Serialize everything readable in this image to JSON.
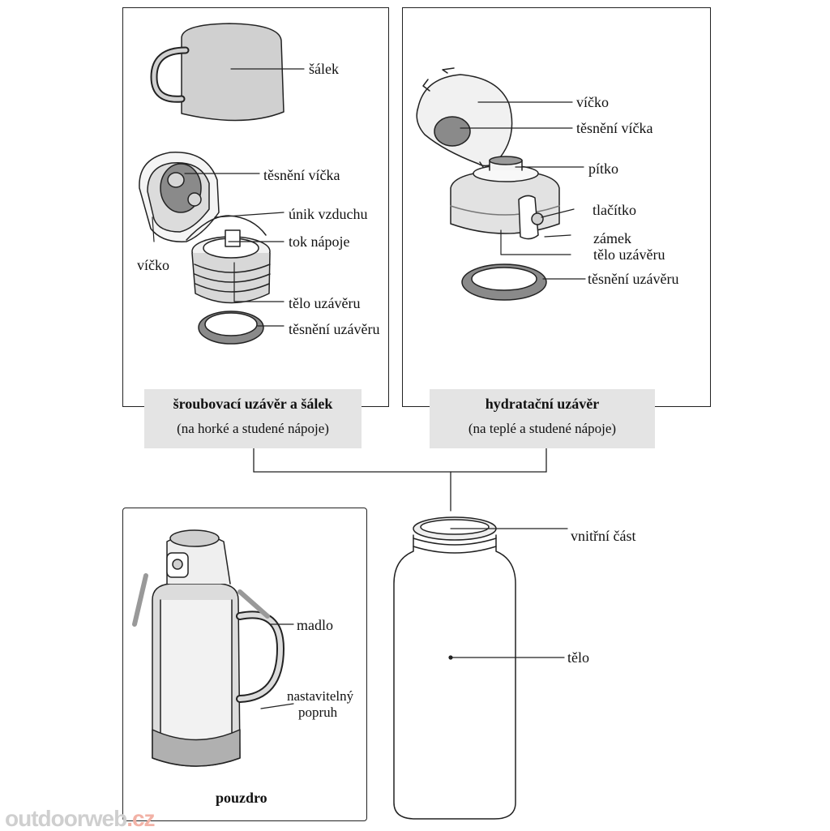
{
  "panels": {
    "screw": {
      "labels": {
        "cup": "šálek",
        "lid_seal": "těsnění víčka",
        "air_vent": "únik vzduchu",
        "drink_flow": "tok nápoje",
        "lid": "víčko",
        "cap_body": "tělo uzávěru",
        "cap_seal": "těsnění uzávěru"
      },
      "caption_title": "šroubovací uzávěr a šálek",
      "caption_sub": "(na horké a studené nápoje)"
    },
    "hydration": {
      "labels": {
        "lid": "víčko",
        "lid_seal": "těsnění víčka",
        "spout": "pítko",
        "button": "tlačítko",
        "lock": "zámek",
        "cap_body": "tělo uzávěru",
        "cap_seal": "těsnění uzávěru"
      },
      "caption_title": "hydratační uzávěr",
      "caption_sub": "(na teplé a studené nápoje)"
    },
    "pouch": {
      "labels": {
        "handle": "madlo",
        "strap_line1": "nastavitelný",
        "strap_line2": "popruh"
      },
      "caption": "pouzdro"
    },
    "bottle": {
      "labels": {
        "inner": "vnitřní část",
        "body": "tělo"
      }
    }
  },
  "watermark": {
    "text": "outdoorweb",
    "suffix": ".cz"
  },
  "colors": {
    "line": "#222222",
    "gray_fill": "#d0d0d0",
    "dark_fill": "#8a8a8a",
    "caption_bg": "#e4e4e4"
  }
}
